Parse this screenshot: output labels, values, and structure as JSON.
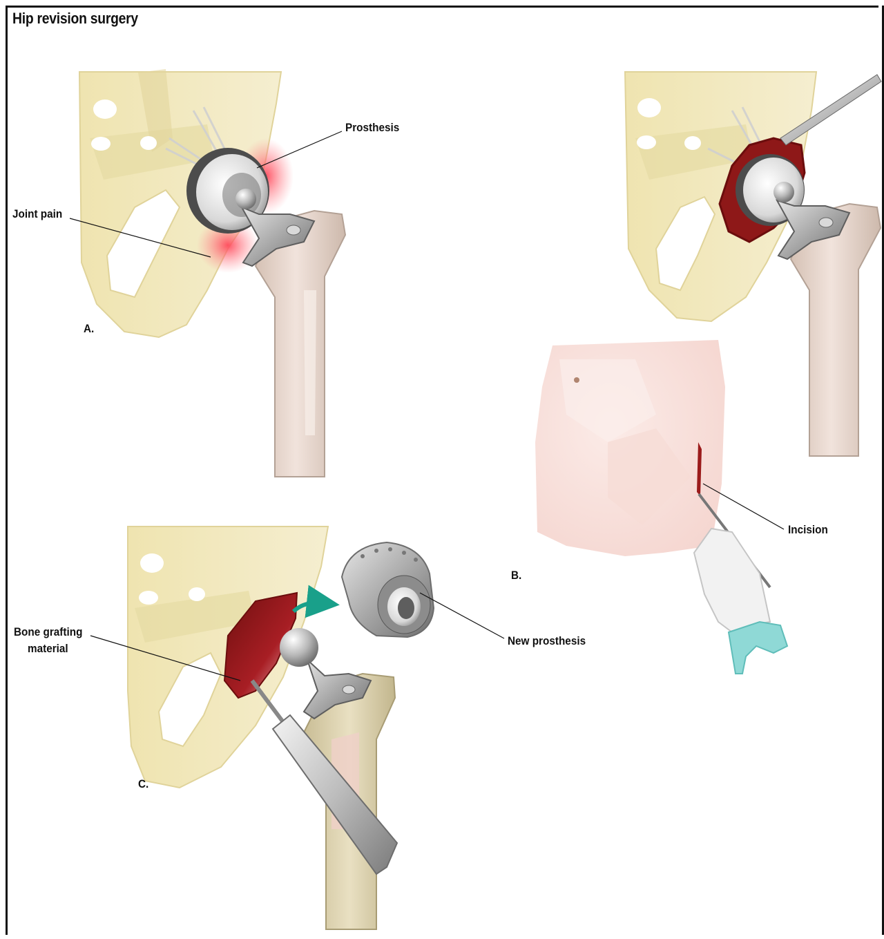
{
  "title": "Hip revision surgery",
  "panels": {
    "a": {
      "letter": "A.",
      "prosthesis_label": "Prosthesis",
      "pain_label": "Joint pain"
    },
    "b": {
      "letter": "B.",
      "incision_label": "Incision"
    },
    "c": {
      "letter": "C.",
      "graft_label_line1": "Bone grafting",
      "graft_label_line2": "material",
      "new_prosthesis_label": "New prosthesis"
    }
  },
  "colors": {
    "bone": "#efe6b8",
    "bone_shadow": "#d9cd92",
    "femur": "#e7d4cc",
    "metal": "#a8a8a8",
    "blood": "#9b1b1b",
    "pain": "#ff6f7a",
    "skin": "#f7d9d3",
    "glove": "#8fd9d6",
    "arrow": "#19a08a"
  }
}
